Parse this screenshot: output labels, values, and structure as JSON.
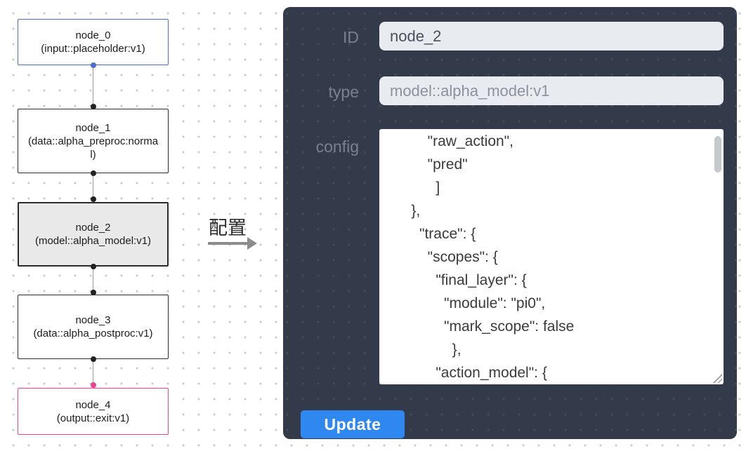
{
  "flowchart": {
    "nodes": [
      {
        "name": "node_0",
        "subtitle": "(input::placeholder:v1)"
      },
      {
        "name": "node_1",
        "subtitle": "(data::alpha_preproc:normal)"
      },
      {
        "name": "node_2",
        "subtitle": "(model::alpha_model:v1)"
      },
      {
        "name": "node_3",
        "subtitle": "(data::alpha_postproc:v1)"
      },
      {
        "name": "node_4",
        "subtitle": "(output::exit:v1)"
      }
    ],
    "colors": {
      "input_node_border": "#4a6fd0",
      "default_node_border": "#2b2b2b",
      "output_node_border": "#ee3f90",
      "selected_node_bg": "#e9e9e9"
    }
  },
  "arrow": {
    "label": "配置"
  },
  "panel": {
    "bg_color": "#333b4a",
    "accent_color": "#2f87f0",
    "fields": {
      "id_label": "ID",
      "id_value": "node_2",
      "type_label": "type",
      "type_value": "model::alpha_model:v1",
      "config_label": "config"
    },
    "config_value": "        \"raw_action\",\n        \"pred\"\n          ]\n    },\n      \"trace\": {\n        \"scopes\": {\n          \"final_layer\": {\n            \"module\": \"pi0\",\n            \"mark_scope\": false\n              },\n          \"action_model\": {",
    "update_label": "Update"
  }
}
